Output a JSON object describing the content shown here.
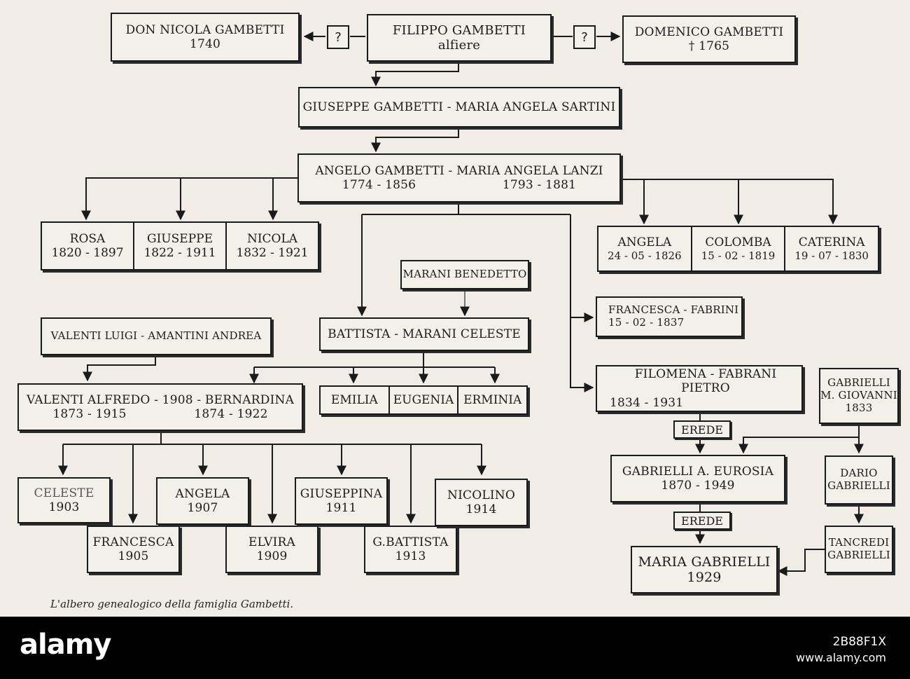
{
  "caption": "L'albero genealogico della famiglia Gambetti.",
  "watermark": {
    "brand": "alamy",
    "image_id": "2B88F1X",
    "url": "www.alamy.com"
  },
  "unknown_marker": "?",
  "erede_label": "EREDE",
  "nodes": {
    "don_nicola": {
      "name": "DON NICOLA GAMBETTI",
      "date": "1740"
    },
    "filippo": {
      "name": "FILIPPO GAMBETTI",
      "role": "alfiere"
    },
    "domenico": {
      "name": "DOMENICO GAMBETTI",
      "date": "† 1765"
    },
    "giuseppe_maria": {
      "name": "GIUSEPPE GAMBETTI - MARIA ANGELA SARTINI"
    },
    "angelo_maria": {
      "name": "ANGELO GAMBETTI - MARIA ANGELA LANZI",
      "date_left": "1774 - 1856",
      "date_right": "1793 - 1881"
    },
    "marani_benedetto": {
      "name": "MARANI BENEDETTO"
    },
    "battista": {
      "name": "BATTISTA - MARANI CELESTE"
    },
    "valenti_luigi": {
      "name": "VALENTI LUIGI - AMANTINI ANDREA"
    },
    "valenti_alfredo": {
      "name": "VALENTI ALFREDO - 1908 - BERNARDINA",
      "date_left": "1873 - 1915",
      "date_right": "1874 - 1922"
    },
    "francesca_fabrini": {
      "name": "FRANCESCA - FABRINI",
      "date": "15 - 02 - 1837"
    },
    "filomena": {
      "name": "FILOMENA - FABRANI PIETRO",
      "date": "1834 - 1931"
    },
    "gabrielli_giovanni": {
      "name": "GABRIELLI",
      "name2": "M. GIOVANNI",
      "date": "1833"
    },
    "gabrielli_eurosia": {
      "name": "GABRIELLI A. EUROSIA",
      "date": "1870 - 1949"
    },
    "dario": {
      "name": "DARIO",
      "name2": "GABRIELLI"
    },
    "tancredi": {
      "name": "TANCREDI",
      "name2": "GABRIELLI"
    },
    "maria_gabrielli": {
      "name": "MARIA GABRIELLI",
      "date": "1929"
    }
  },
  "groups": {
    "rosa_group": [
      {
        "name": "ROSA",
        "date": "1820 - 1897"
      },
      {
        "name": "GIUSEPPE",
        "date": "1822 - 1911"
      },
      {
        "name": "NICOLA",
        "date": "1832 - 1921"
      }
    ],
    "angela_group": [
      {
        "name": "ANGELA",
        "date": "24 - 05 - 1826"
      },
      {
        "name": "COLOMBA",
        "date": "15 - 02 - 1819"
      },
      {
        "name": "CATERINA",
        "date": "19 - 07 - 1830"
      }
    ],
    "emilia_group": [
      {
        "name": "EMILIA"
      },
      {
        "name": "EUGENIA"
      },
      {
        "name": "ERMINIA"
      }
    ]
  },
  "valenti_children": [
    {
      "name": "CELESTE",
      "date": "1903"
    },
    {
      "name": "FRANCESCA",
      "date": "1905"
    },
    {
      "name": "ANGELA",
      "date": "1907"
    },
    {
      "name": "ELVIRA",
      "date": "1909"
    },
    {
      "name": "GIUSEPPINA",
      "date": "1911"
    },
    {
      "name": "G.BATTISTA",
      "date": "1913"
    },
    {
      "name": "NICOLINO",
      "date": "1914"
    }
  ]
}
